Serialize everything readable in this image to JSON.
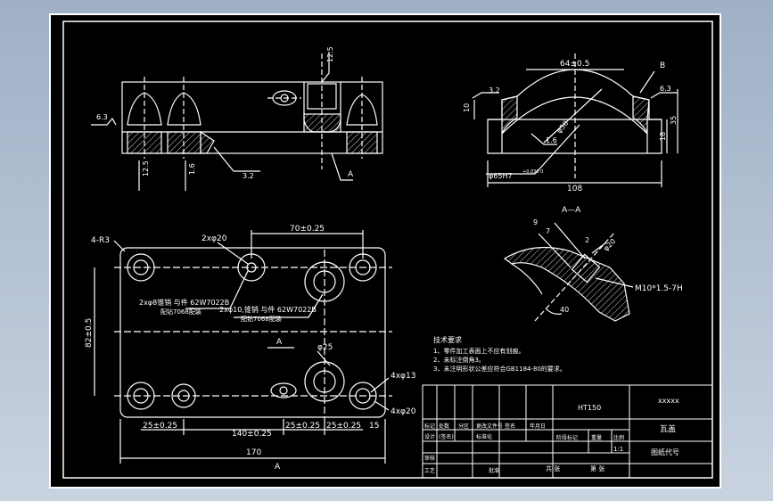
{
  "top_view": {
    "roughness_top": "12.5",
    "roughness_left": "6.3",
    "roughness_bottom_a": "12.5",
    "roughness_bottom_b": "1.6",
    "roughness_bottom_c": "3.2",
    "section_label": "A"
  },
  "side_view": {
    "dim_top": "64±0.5",
    "label_b": "B",
    "roughness_left": "3.2",
    "roughness_right": "6.3",
    "roughness_inner": "1.6",
    "dim_diameter": "φ50",
    "dim_bore": "φ65H7",
    "dim_bore_tol": "+0.030 0",
    "dim_height_left": "10",
    "dim_height_right_a": "18",
    "dim_height_right_b": "35",
    "dim_width": "108"
  },
  "plan_view": {
    "corner_radius": "4-R3",
    "hole_20": "2xφ20",
    "dim_70": "70±0.25",
    "pin_note_1": "2xφ8锥销 与件 62W7022B",
    "pin_note_1b": "配钻7068配装",
    "pin_note_2": "2xφ10,锥销 与件 62W7022B",
    "pin_note_2b": "配钻7068配装",
    "dim_82": "82±0.5",
    "section_a": "A",
    "hole_25": "φ25",
    "holes_13": "4xφ13",
    "holes_20": "4xφ20",
    "dim_25a": "25±0.25",
    "dim_140": "140±0.25",
    "dim_25b": "25±0.25",
    "dim_25c": "25±0.25",
    "dim_15": "15",
    "dim_170": "170",
    "section_a_bottom": "A"
  },
  "section_view": {
    "title": "A—A",
    "dim_9": "9",
    "dim_7": "7",
    "dim_2": "2",
    "dim_phi20": "φ20",
    "thread": "M10*1.5-7H",
    "angle": "40"
  },
  "tech_notes": {
    "heading": "技术要求",
    "items": [
      "1、零件加工表面上不应有划痕。",
      "2、未标注倒角3。",
      "3、未注明形状公差应符合GB1184-80的要求。"
    ]
  },
  "title_block": {
    "material": "HT150",
    "company": "xxxxx",
    "part_name": "瓦盖",
    "drawing_no": "图纸代号",
    "scale": "1:1",
    "rows": {
      "r1": [
        "标记",
        "处数",
        "分区",
        "更改文件号",
        "签名",
        "年月日"
      ],
      "r2": [
        "设计",
        "(签名)",
        "",
        "标准化",
        "",
        ""
      ],
      "r3": [
        "审核",
        "",
        "",
        "",
        "",
        ""
      ],
      "r4": [
        "工艺",
        "",
        "",
        "批准",
        "",
        ""
      ]
    },
    "stage": "阶段标记",
    "weight": "重量",
    "ratio": "比例",
    "sheets_total": "共 张",
    "sheet_no": "第 张"
  }
}
